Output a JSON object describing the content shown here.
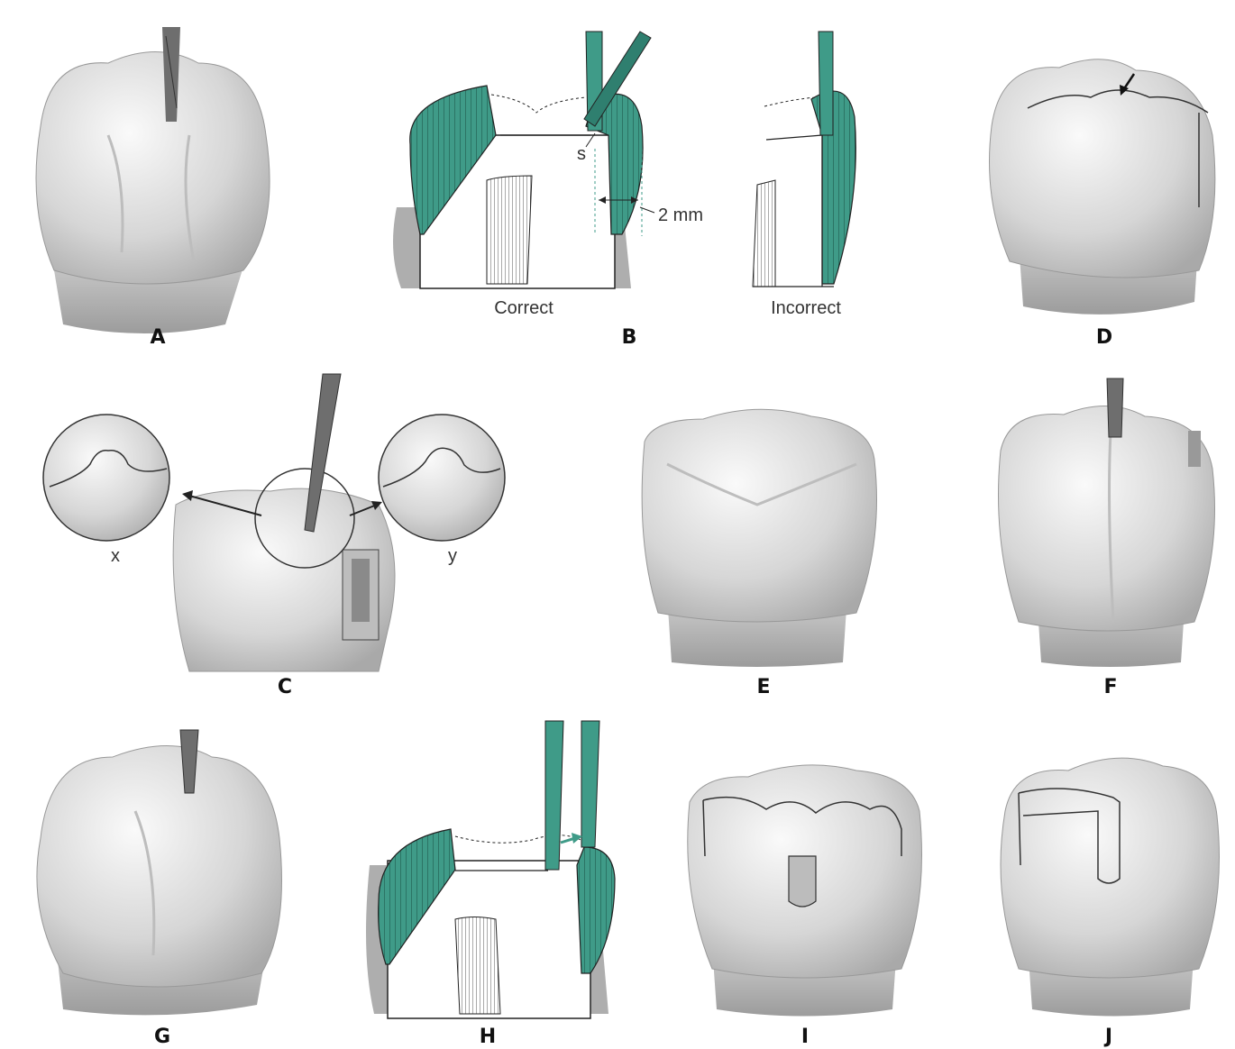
{
  "panels": {
    "A": "A",
    "B": "B",
    "C": "C",
    "D": "D",
    "E": "E",
    "F": "F",
    "G": "G",
    "H": "H",
    "I": "I",
    "J": "J"
  },
  "panel_b": {
    "caption_correct": "Correct",
    "caption_incorrect": "Incorrect",
    "label_s": "s",
    "label_depth": "2 mm"
  },
  "panel_c": {
    "label_x": "x",
    "label_y": "y"
  },
  "colors": {
    "enamel_green": "#3f9b88",
    "tooth_shade": "#dcdcdc",
    "bur": "#6e6e6e",
    "outline": "#222222"
  }
}
